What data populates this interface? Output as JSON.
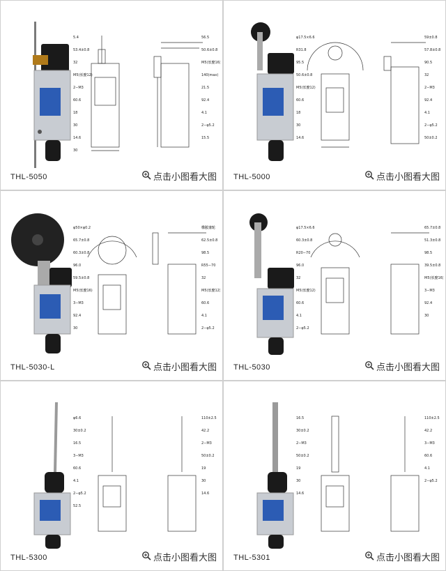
{
  "zoom_label": "点击小图看大图",
  "items": [
    {
      "model": "THL-5050",
      "actuator": "rod-lever",
      "dims": [
        "5.4",
        "56.5",
        "53.4±0.8",
        "50.6±0.8",
        "32",
        "M5(长度16)",
        "M5(长度12)",
        "140(max)",
        "2−M3",
        "21.5",
        "60.6",
        "92.4",
        "18",
        "4.1",
        "30",
        "2−φ5.2",
        "14.6",
        "15.5",
        "30"
      ]
    },
    {
      "model": "THL-5000",
      "actuator": "roller-lever",
      "dims": [
        "φ17.5×6.6",
        "59±0.8",
        "R31.8",
        "57.8±0.8",
        "95.5",
        "90.5",
        "50.6±0.8",
        "32",
        "M5(长度12)",
        "2−M3",
        "60.6",
        "92.4",
        "18",
        "4.1",
        "30",
        "2−φ5.2",
        "14.6",
        "50±0.2"
      ]
    },
    {
      "model": "THL-5030-L",
      "actuator": "large-wheel",
      "dims": [
        "φ50×φ0.2",
        "橡胶滚轮",
        "65.7±0.8",
        "62.5±0.8",
        "60.3±0.8",
        "98.5",
        "96.0",
        "R55−70",
        "59.5±0.8",
        "32",
        "M5(长度16)",
        "M5(长度12)",
        "3−M3",
        "60.6",
        "92.4",
        "4.1",
        "30",
        "2−φ5.2"
      ]
    },
    {
      "model": "THL-5030",
      "actuator": "adjustable-roller",
      "dims": [
        "φ17.5×6.6",
        "65.7±0.8",
        "60.3±0.8",
        "51.3±0.8",
        "R20−70",
        "98.5",
        "96.0",
        "39.5±0.8",
        "32",
        "M5(长度16)",
        "M5(长度12)",
        "3−M3",
        "60.6",
        "92.4",
        "4.1",
        "30",
        "2−φ5.2"
      ]
    },
    {
      "model": "THL-5300",
      "actuator": "flat-spring",
      "dims": [
        "φ6.6",
        "110±2.5",
        "30±0.2",
        "42.2",
        "16.5",
        "2−M3",
        "3−M3",
        "50±0.2",
        "60.6",
        "19",
        "4.1",
        "30",
        "2−φ5.2",
        "14.6",
        "52.5"
      ]
    },
    {
      "model": "THL-5301",
      "actuator": "coil-spring",
      "dims": [
        "16.5",
        "110±2.5",
        "30±0.2",
        "42.2",
        "2−M3",
        "3−M3",
        "50±0.2",
        "60.6",
        "19",
        "4.1",
        "30",
        "2−φ5.2",
        "14.6"
      ]
    }
  ]
}
